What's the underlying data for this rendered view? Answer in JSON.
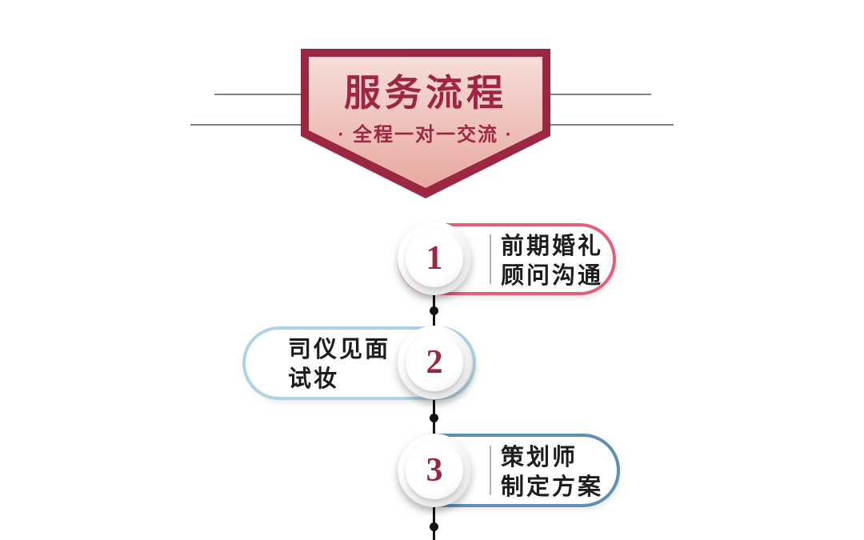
{
  "header": {
    "title": "服务流程",
    "subtitle": "· 全程一对一交流 ·"
  },
  "steps": [
    {
      "number": "1",
      "label_line1": "前期婚礼",
      "label_line2": "顾问沟通",
      "accent_color": "#e2607a"
    },
    {
      "number": "2",
      "label_line1": "司仪见面",
      "label_line2": "试妆",
      "accent_color": "#aed3e3"
    },
    {
      "number": "3",
      "label_line1": "策划师",
      "label_line2": "制定方案",
      "accent_color": "#5d8fb5"
    }
  ],
  "colors": {
    "banner_border": "#9c2742",
    "banner_fill_top": "#f7ddd8",
    "banner_fill_bottom": "#e8a9a1",
    "title_text": "#9c2742",
    "step_number_text": "#9c2742",
    "timeline": "#141414",
    "decor_line": "#8d7e75",
    "step_label_text": "#1d1d1d"
  }
}
